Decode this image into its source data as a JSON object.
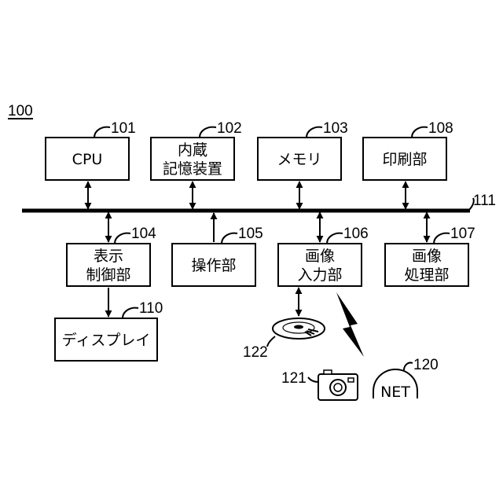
{
  "figure_number": "100",
  "bus": {
    "ref": "111"
  },
  "blocks": [
    {
      "id": "cpu",
      "ref": "101",
      "lines": [
        "CPU"
      ]
    },
    {
      "id": "storage",
      "ref": "102",
      "lines": [
        "内蔵",
        "記憶装置"
      ]
    },
    {
      "id": "memory",
      "ref": "103",
      "lines": [
        "メモリ"
      ]
    },
    {
      "id": "printing",
      "ref": "108",
      "lines": [
        "印刷部"
      ]
    },
    {
      "id": "display-control",
      "ref": "104",
      "lines": [
        "表示",
        "制御部"
      ]
    },
    {
      "id": "operation",
      "ref": "105",
      "lines": [
        "操作部"
      ]
    },
    {
      "id": "image-input",
      "ref": "106",
      "lines": [
        "画像",
        "入力部"
      ]
    },
    {
      "id": "image-processing",
      "ref": "107",
      "lines": [
        "画像",
        "処理部"
      ]
    },
    {
      "id": "display",
      "ref": "110",
      "lines": [
        "ディスプレイ"
      ]
    }
  ],
  "peripherals": {
    "disc": {
      "ref": "122"
    },
    "camera": {
      "ref": "121"
    },
    "network": {
      "ref": "120",
      "label": "NET"
    }
  }
}
